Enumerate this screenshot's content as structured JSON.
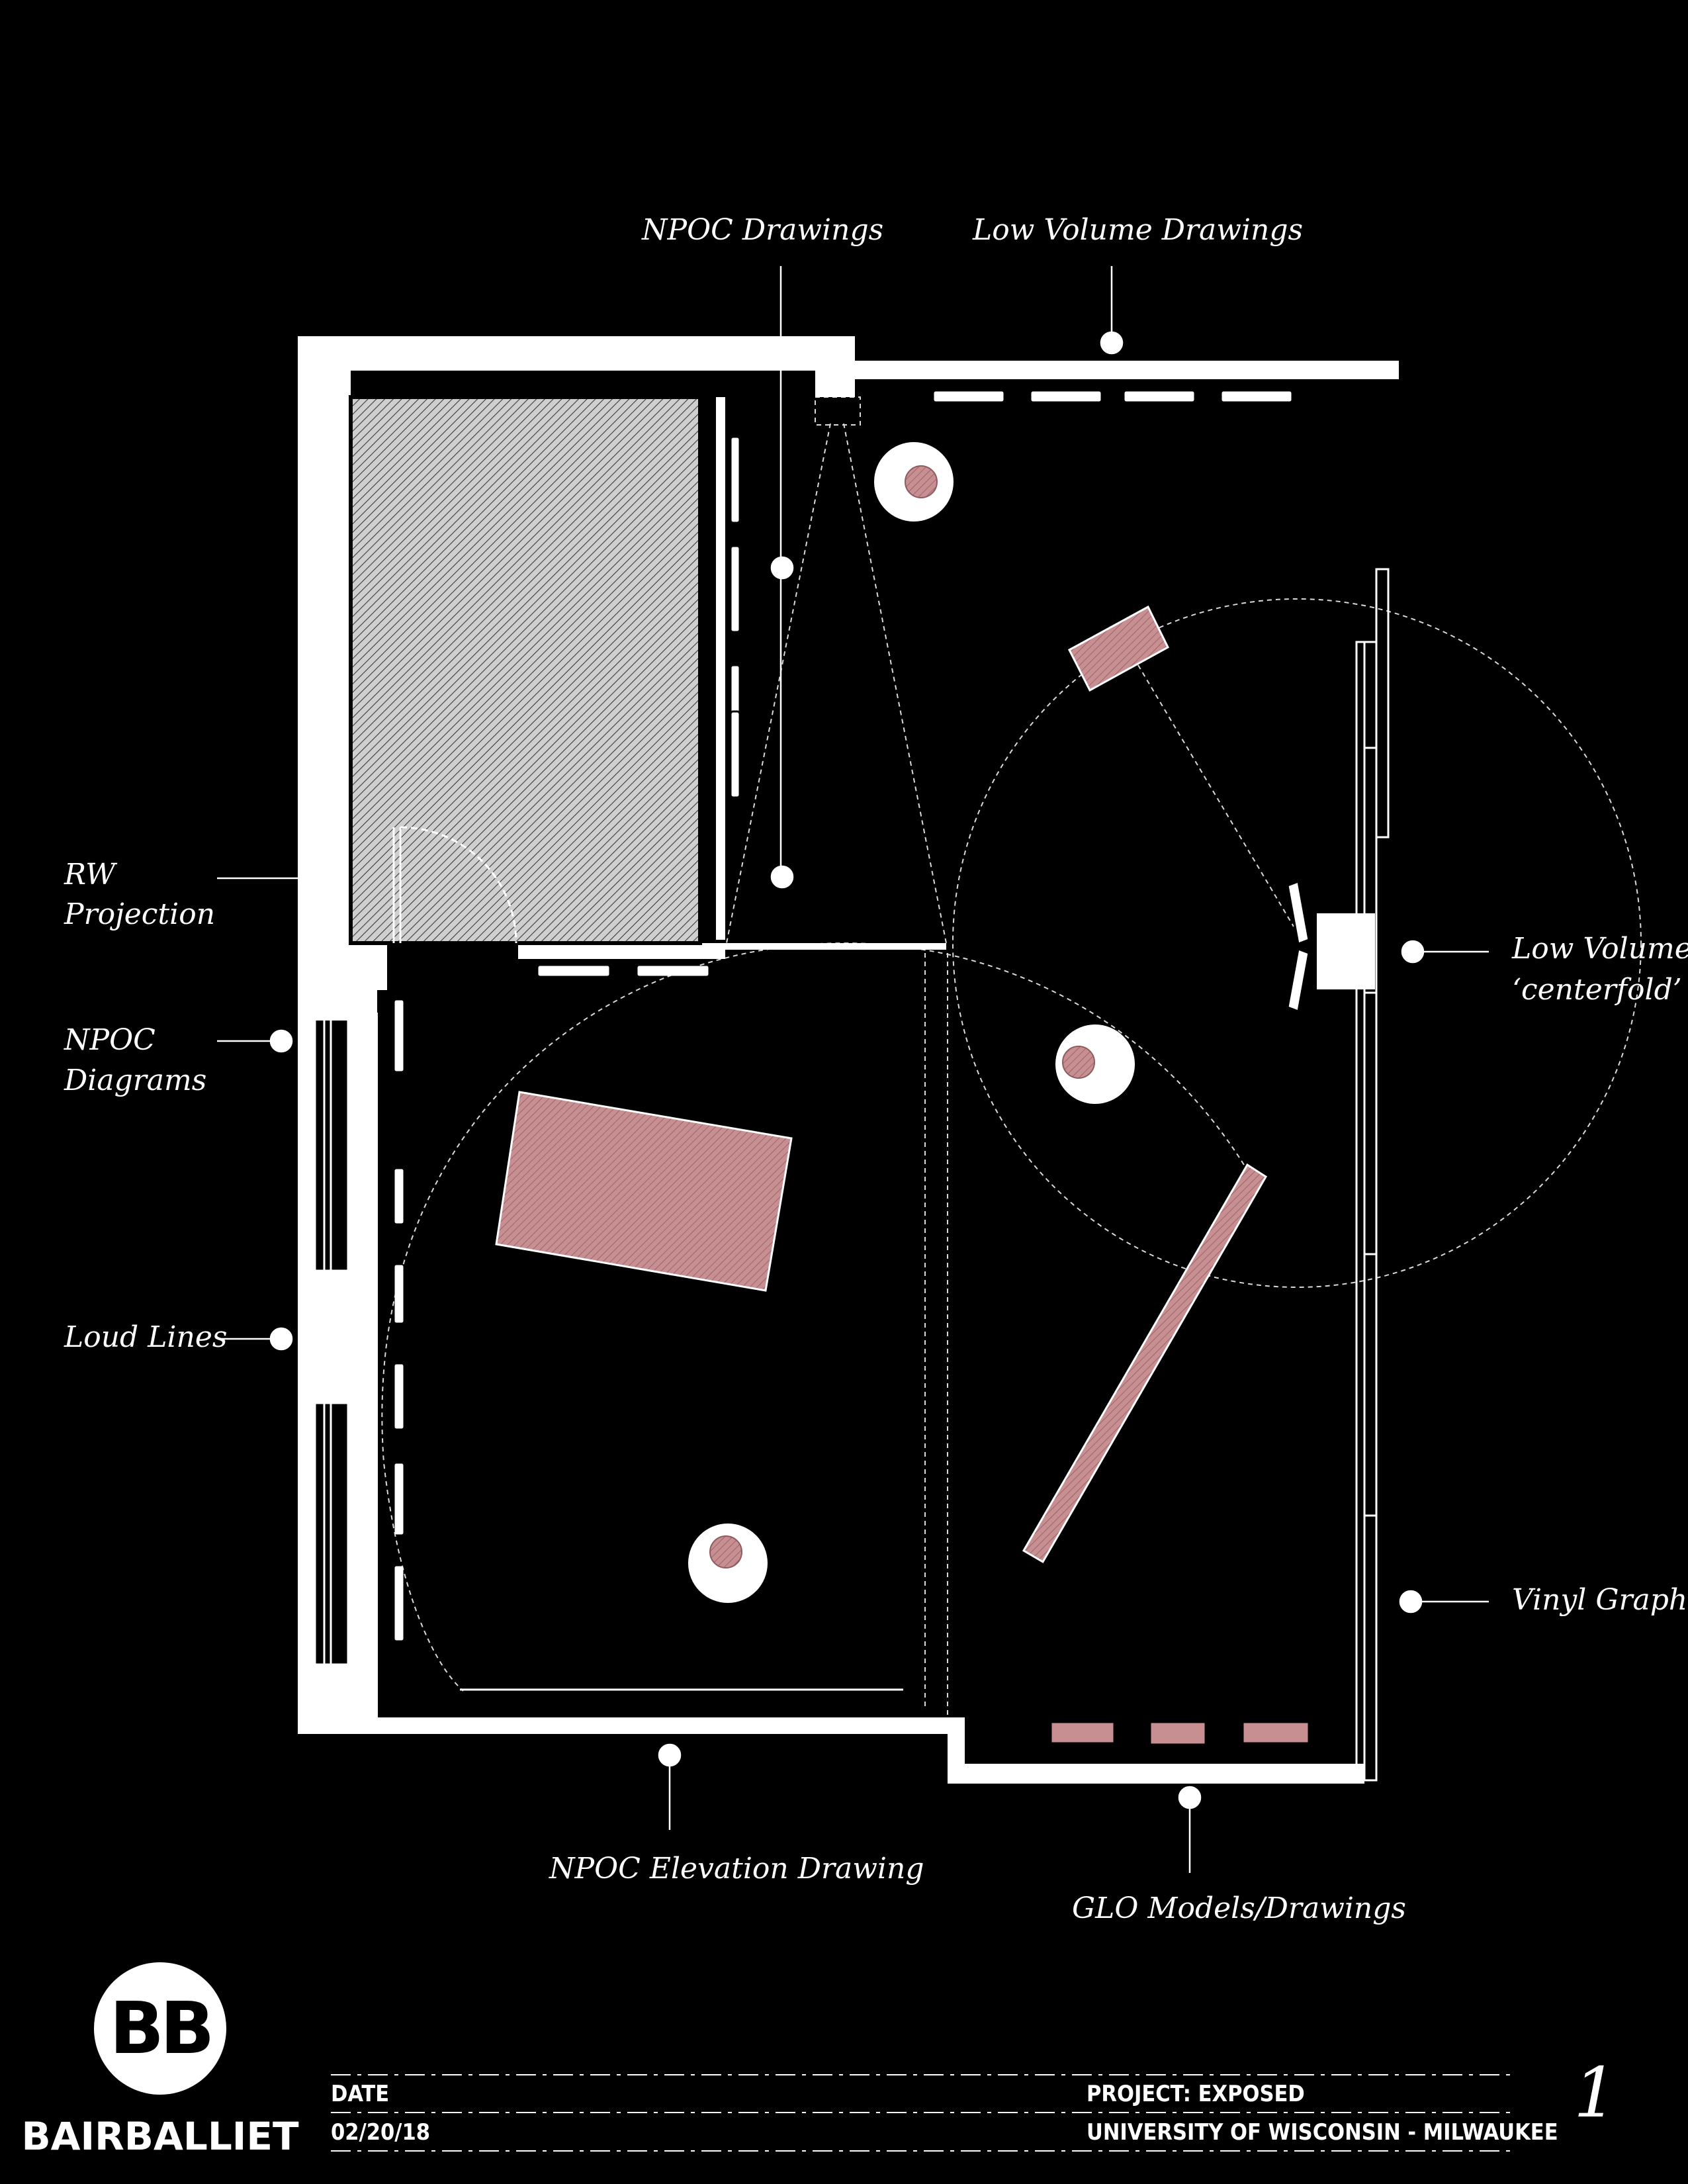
{
  "colors": {
    "background": "#000000",
    "wall": "#ffffff",
    "furniture": "#c88f93",
    "furniture_dark": "#8e5b5e",
    "hatch": "#d9d9d9"
  },
  "callouts": {
    "npoc_drawings": "NPOC Drawings",
    "low_volume_drawings": "Low Volume Drawings",
    "rw_projection": [
      "RW",
      "Projection"
    ],
    "npoc_diagrams": [
      "NPOC",
      "Diagrams"
    ],
    "loud_lines": "Loud Lines",
    "low_volume_centerfold": [
      "Low Volume",
      "‘centerfold’"
    ],
    "vinyl_graphic": "Vinyl Graphic",
    "npoc_elevation_drawing": "NPOC Elevation Drawing",
    "glo_models_drawings": "GLO Models/Drawings"
  },
  "logo": {
    "mark": "BB",
    "name": "BAIRBALLIET"
  },
  "title_block": {
    "date_label": "DATE",
    "date_value": "02/20/18",
    "project_label": "PROJECT: EXPOSED",
    "institution": "UNIVERSITY OF WISCONSIN - MILWAUKEE",
    "page_number": "1"
  }
}
